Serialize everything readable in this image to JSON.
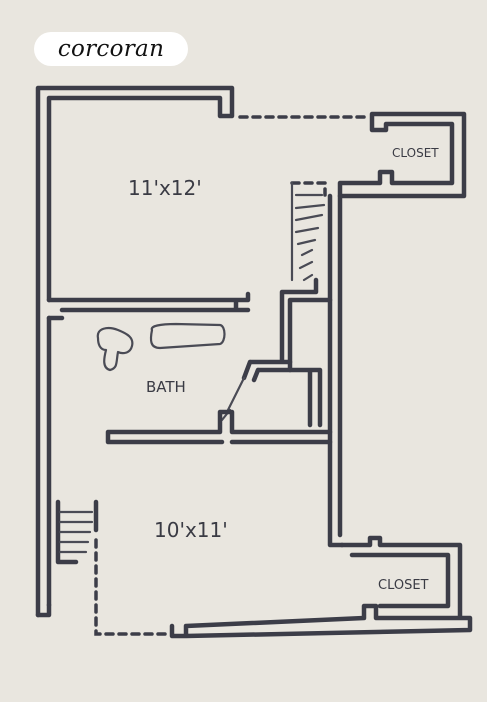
{
  "brand": {
    "logo_text": "corcoran"
  },
  "labels": {
    "room_upper": "11'x12'",
    "closet_upper": "CLOSET",
    "bath": "BATH",
    "room_lower": "10'x11'",
    "closet_lower": "CLOSET"
  },
  "colors": {
    "paper": "#e9e6df",
    "ink": "#3c3d48",
    "logo_bg": "#ffffff"
  }
}
